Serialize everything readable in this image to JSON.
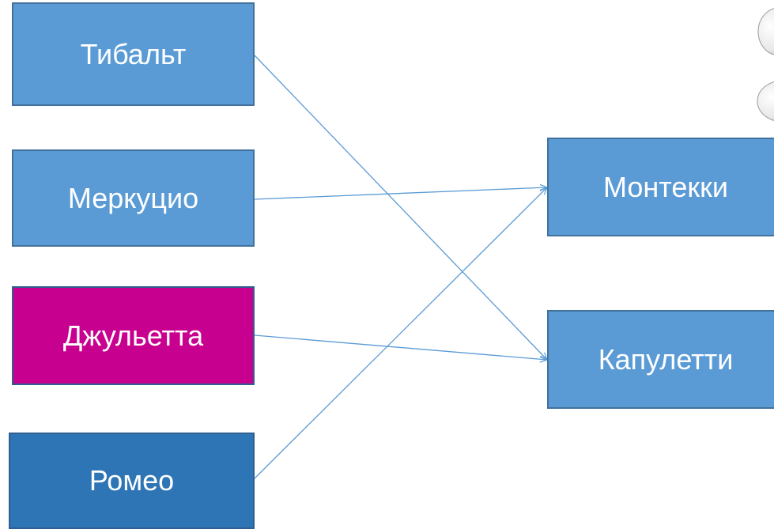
{
  "diagram": {
    "left_nodes": [
      {
        "id": "tybalt",
        "label": "Тибальт"
      },
      {
        "id": "mercutio",
        "label": "Меркуцио"
      },
      {
        "id": "juliet",
        "label": "Джульетта"
      },
      {
        "id": "romeo",
        "label": "Ромео"
      }
    ],
    "right_nodes": [
      {
        "id": "montague",
        "label": "Монтекки"
      },
      {
        "id": "capulet",
        "label": "Капулетти"
      }
    ],
    "edges": [
      {
        "from": "tybalt",
        "to": "capulet"
      },
      {
        "from": "mercutio",
        "to": "montague"
      },
      {
        "from": "juliet",
        "to": "capulet"
      },
      {
        "from": "romeo",
        "to": "montague"
      }
    ],
    "colors": {
      "box_light": "#5b9bd5",
      "box_dark": "#2e75b6",
      "box_highlight": "#c8008f",
      "connector": "#5b9bd5",
      "text": "#ffffff"
    }
  }
}
